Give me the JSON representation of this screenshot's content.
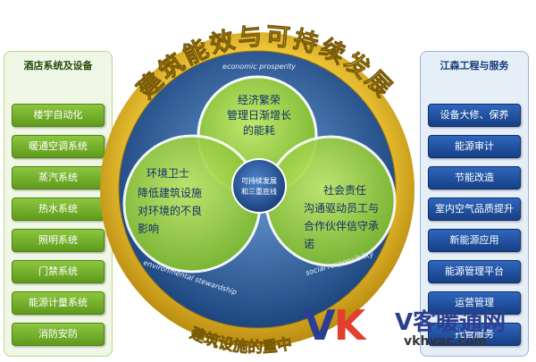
{
  "title": "建筑能效与可持续发展",
  "left_panel": {
    "title": "酒店系统及设备",
    "items": [
      "楼宇自动化",
      "暖通空调系统",
      "蒸汽系统",
      "热水系统",
      "照明系统",
      "门禁系统",
      "能源计量系统",
      "消防安防"
    ]
  },
  "right_panel": {
    "title": "江森工程与服务",
    "items": [
      "设备大修、保养",
      "能源审计",
      "节能改造",
      "室内空气品质提升",
      "新能源应用",
      "能源管理平台",
      "运营管理",
      "托管服务"
    ]
  },
  "circles": {
    "top": {
      "en": "economic prosperity",
      "line1": "经济繁荣",
      "line2": "管理日渐增长",
      "line3": "的能耗"
    },
    "left": {
      "en": "environmental stewardship",
      "line1": "环境卫士",
      "line2": "降低建筑设施",
      "line3": "对环境的不良",
      "line4": "影响"
    },
    "right": {
      "en": "social responsibility",
      "line1": "社会责任",
      "line2": "沟通驱动员工与",
      "line3": "合作伙伴信守承",
      "line4": "诺"
    },
    "center": {
      "line1": "可持续发展",
      "line2": "和三重底线"
    }
  },
  "bottom_text": "建筑设施的重中",
  "watermark": {
    "letters_v": "V",
    "letters_k": "K",
    "cn": "V客暖通网",
    "url": "vkhvac.com"
  },
  "colors": {
    "ring_gold": "#e2b41a",
    "globe_blue": "#2f5d9c",
    "circle_green": "#9bd13a",
    "panel_green": "#6aab24",
    "panel_blue": "#1d4a95"
  }
}
